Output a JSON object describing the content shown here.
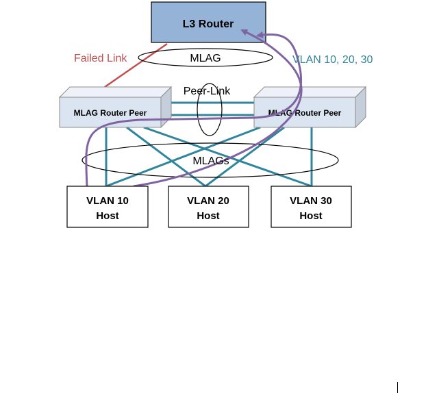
{
  "router": {
    "label": "L3 Router"
  },
  "labels": {
    "failed_link": "Failed Link",
    "mlag": "MLAG",
    "vlans": "VLAN 10, 20, 30",
    "peer_link": "Peer-Link",
    "mlags": "MLAGs"
  },
  "peers": [
    {
      "label": "MLAG Router Peer"
    },
    {
      "label": "MLAG Router Peer"
    }
  ],
  "hosts": [
    {
      "line1": "VLAN 10",
      "line2": "Host"
    },
    {
      "line1": "VLAN 20",
      "line2": "Host"
    },
    {
      "line1": "VLAN 30",
      "line2": "Host"
    }
  ],
  "colors": {
    "router_fill": "#95b3d7",
    "peer_fill": "#dbe5f1",
    "teal": "#31859c",
    "purple": "#8064a2",
    "failed_red": "#c0504d"
  }
}
